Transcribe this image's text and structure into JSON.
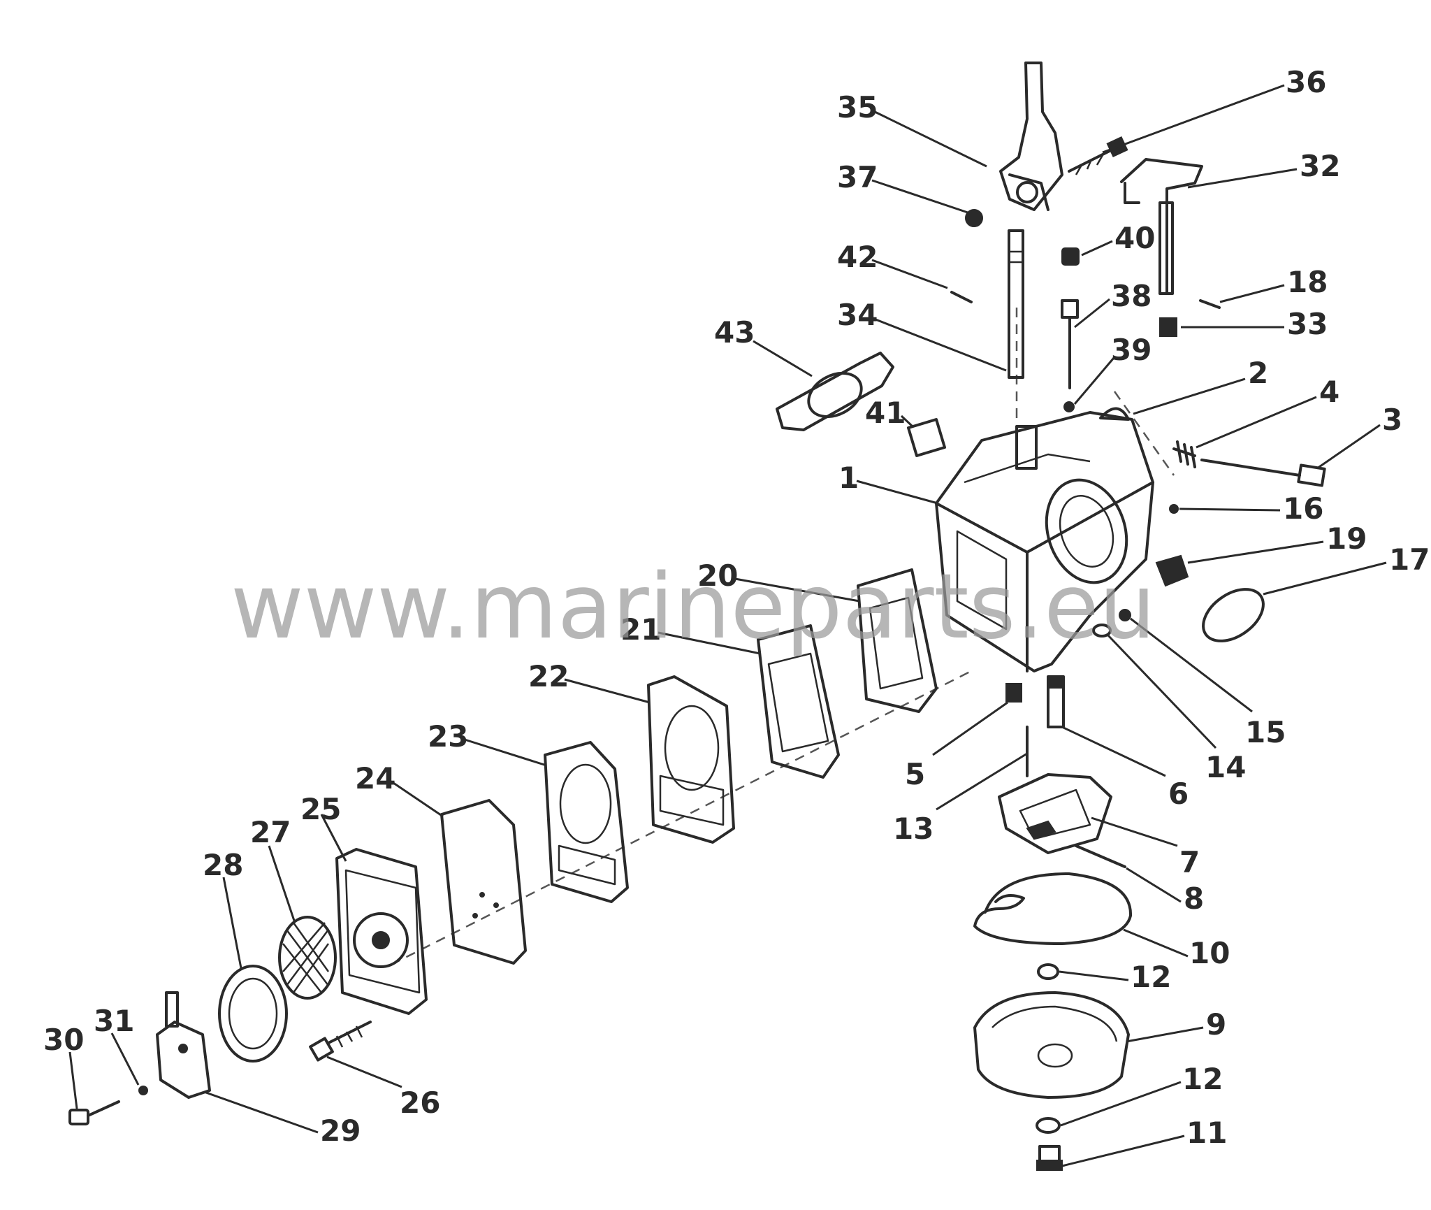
{
  "watermark": "www.marineparts.eu",
  "labels": [
    {
      "id": "35",
      "text": "35"
    },
    {
      "id": "36",
      "text": "36"
    },
    {
      "id": "37",
      "text": "37"
    },
    {
      "id": "32",
      "text": "32"
    },
    {
      "id": "40",
      "text": "40"
    },
    {
      "id": "42",
      "text": "42"
    },
    {
      "id": "18",
      "text": "18"
    },
    {
      "id": "34",
      "text": "34"
    },
    {
      "id": "38",
      "text": "38"
    },
    {
      "id": "33",
      "text": "33"
    },
    {
      "id": "43",
      "text": "43"
    },
    {
      "id": "39",
      "text": "39"
    },
    {
      "id": "2",
      "text": "2"
    },
    {
      "id": "4",
      "text": "4"
    },
    {
      "id": "41",
      "text": "41"
    },
    {
      "id": "3",
      "text": "3"
    },
    {
      "id": "1",
      "text": "1"
    },
    {
      "id": "16",
      "text": "16"
    },
    {
      "id": "19",
      "text": "19"
    },
    {
      "id": "17",
      "text": "17"
    },
    {
      "id": "20",
      "text": "20"
    },
    {
      "id": "21",
      "text": "21"
    },
    {
      "id": "22",
      "text": "22"
    },
    {
      "id": "15",
      "text": "15"
    },
    {
      "id": "23",
      "text": "23"
    },
    {
      "id": "14",
      "text": "14"
    },
    {
      "id": "5",
      "text": "5"
    },
    {
      "id": "24",
      "text": "24"
    },
    {
      "id": "6",
      "text": "6"
    },
    {
      "id": "13",
      "text": "13"
    },
    {
      "id": "25",
      "text": "25"
    },
    {
      "id": "27",
      "text": "27"
    },
    {
      "id": "7",
      "text": "7"
    },
    {
      "id": "28",
      "text": "28"
    },
    {
      "id": "8",
      "text": "8"
    },
    {
      "id": "10",
      "text": "10"
    },
    {
      "id": "12a",
      "text": "12"
    },
    {
      "id": "31",
      "text": "31"
    },
    {
      "id": "9",
      "text": "9"
    },
    {
      "id": "30",
      "text": "30"
    },
    {
      "id": "26",
      "text": "26"
    },
    {
      "id": "12b",
      "text": "12"
    },
    {
      "id": "29",
      "text": "29"
    },
    {
      "id": "11",
      "text": "11"
    }
  ]
}
